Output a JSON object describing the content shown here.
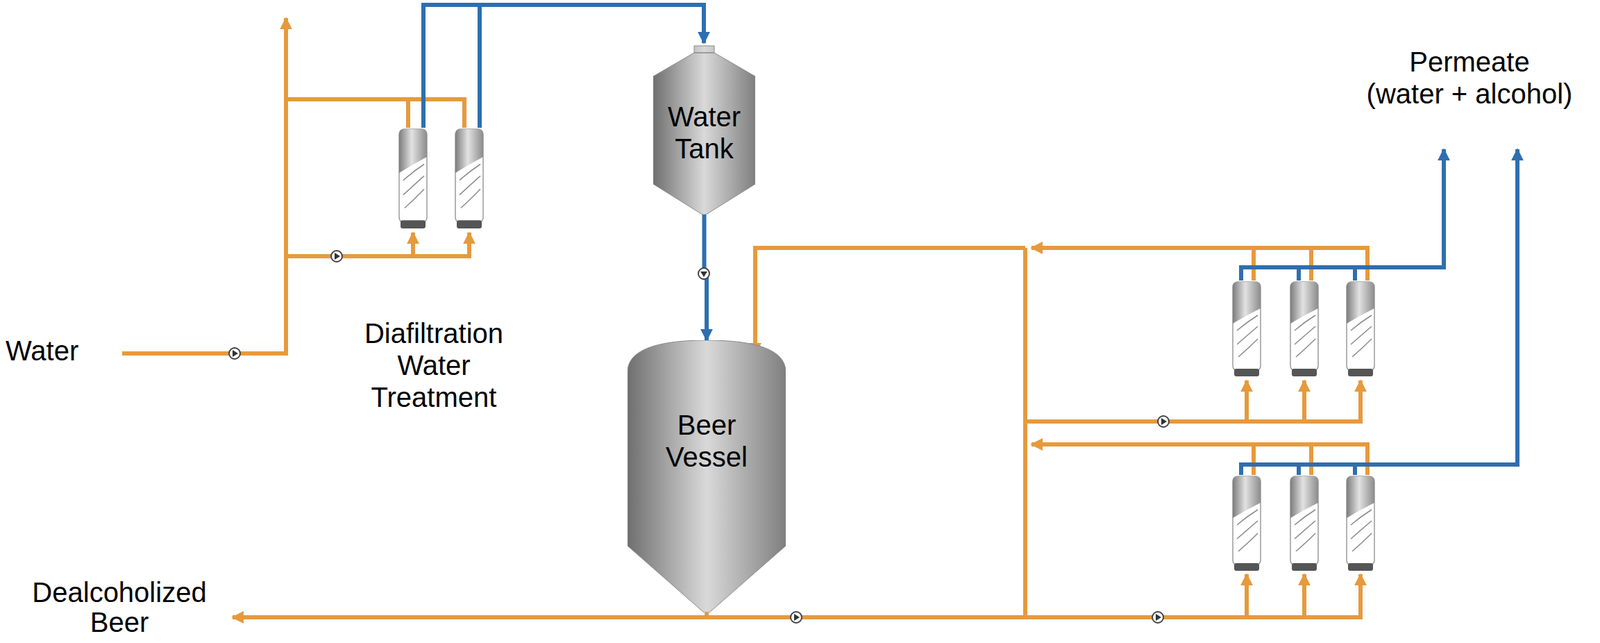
{
  "diagram": {
    "nodes": [
      {
        "text": [
          "Water Tank"
        ]
      },
      {
        "text": [
          "Beer Vessel"
        ]
      }
    ],
    "edges": [
      {
        "from": 0,
        "to": 1,
        "arrow": "to"
      }
    ],
    "labels": [
      "Permeate (water + alcohol)",
      "Water",
      "Diafiltration Water Treatment",
      "Dealcoholized Beer"
    ]
  }
}
